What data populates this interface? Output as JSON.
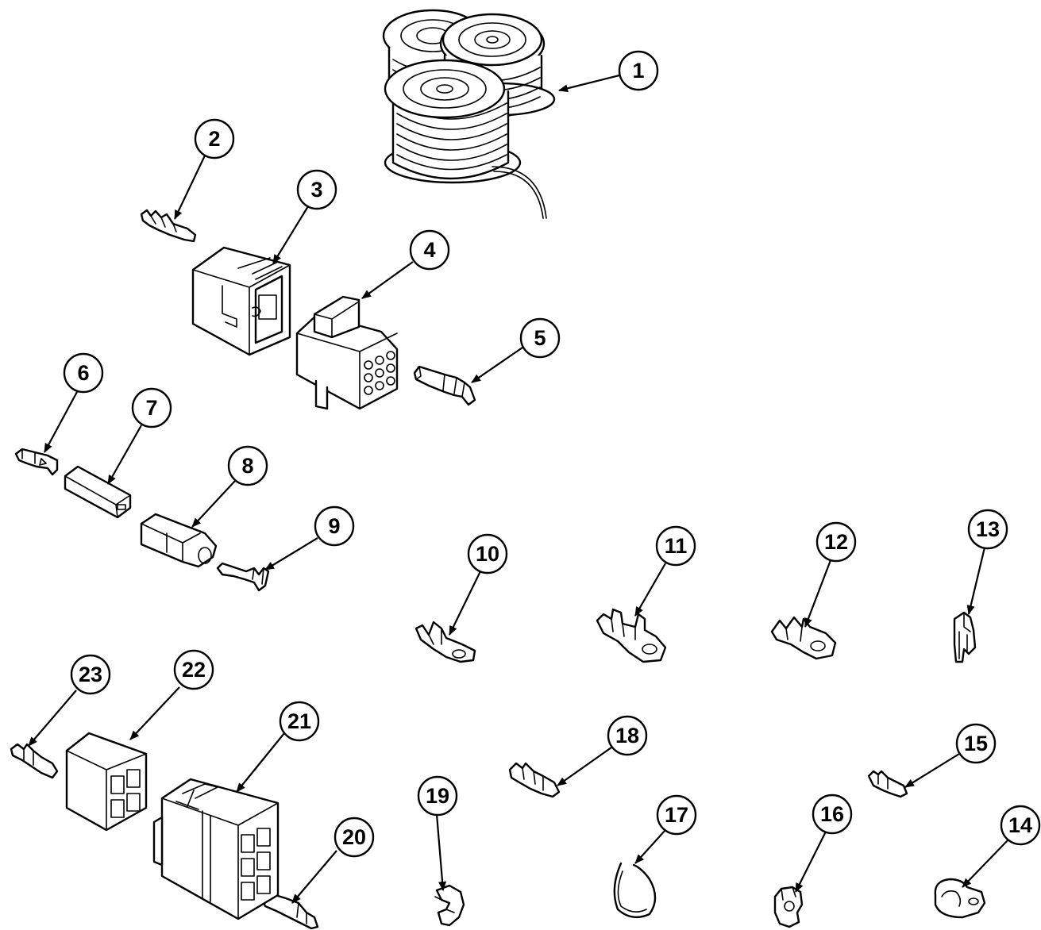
{
  "callouts": [
    {
      "id": 1,
      "label": "1",
      "part": "wire-spools"
    },
    {
      "id": 2,
      "label": "2",
      "part": "terminal"
    },
    {
      "id": 3,
      "label": "3",
      "part": "connector-housing"
    },
    {
      "id": 4,
      "label": "4",
      "part": "connector-housing"
    },
    {
      "id": 5,
      "label": "5",
      "part": "terminal"
    },
    {
      "id": 6,
      "label": "6",
      "part": "terminal"
    },
    {
      "id": 7,
      "label": "7",
      "part": "connector-housing"
    },
    {
      "id": 8,
      "label": "8",
      "part": "connector-housing"
    },
    {
      "id": 9,
      "label": "9",
      "part": "terminal"
    },
    {
      "id": 10,
      "label": "10",
      "part": "ring-terminal"
    },
    {
      "id": 11,
      "label": "11",
      "part": "ring-terminal"
    },
    {
      "id": 12,
      "label": "12",
      "part": "ring-terminal"
    },
    {
      "id": 13,
      "label": "13",
      "part": "terminal"
    },
    {
      "id": 14,
      "label": "14",
      "part": "wire-clamp"
    },
    {
      "id": 15,
      "label": "15",
      "part": "terminal"
    },
    {
      "id": 16,
      "label": "16",
      "part": "wire-clip"
    },
    {
      "id": 17,
      "label": "17",
      "part": "wire-clip"
    },
    {
      "id": 18,
      "label": "18",
      "part": "terminal"
    },
    {
      "id": 19,
      "label": "19",
      "part": "wire-clip"
    },
    {
      "id": 20,
      "label": "20",
      "part": "terminal"
    },
    {
      "id": 21,
      "label": "21",
      "part": "connector-housing"
    },
    {
      "id": 22,
      "label": "22",
      "part": "connector-housing"
    },
    {
      "id": 23,
      "label": "23",
      "part": "terminal"
    }
  ],
  "colors": {
    "line": "#000000",
    "background": "#ffffff"
  }
}
